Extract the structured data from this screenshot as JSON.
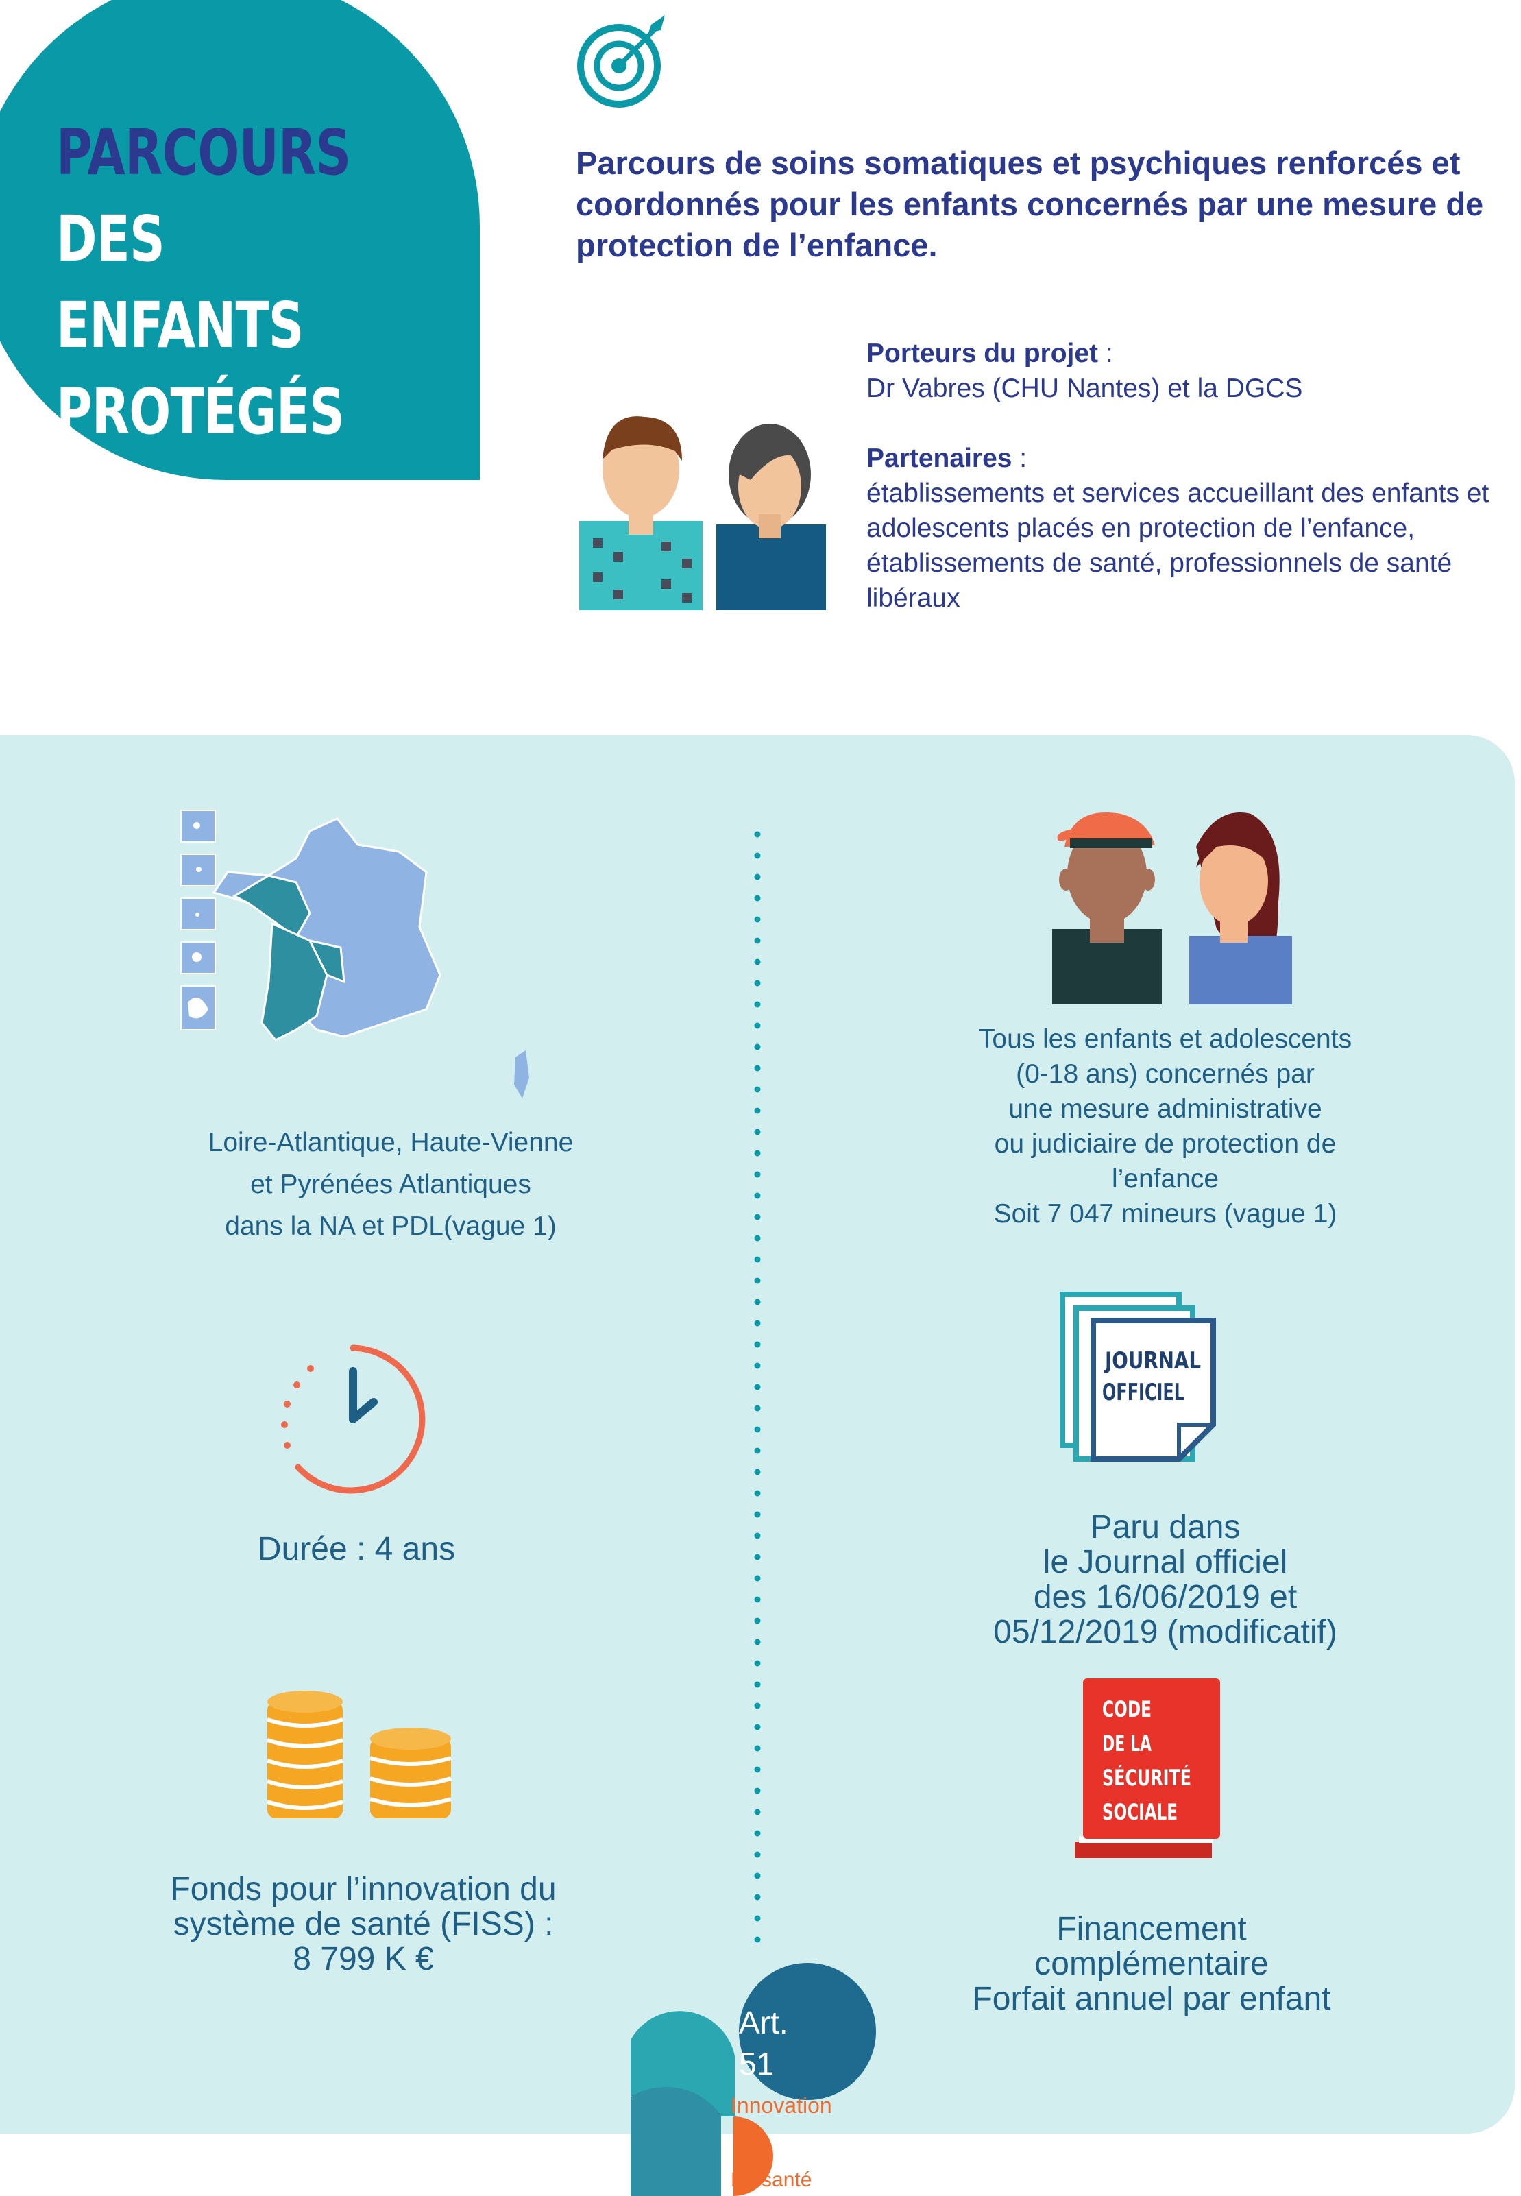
{
  "header": {
    "title_line1": "PARCOURS",
    "title_line2": "DES ENFANTS",
    "title_line3": "PROTÉGÉS",
    "intro": "Parcours de soins somatiques et psychiques renforcés et coordonnés pour les enfants concernés par une mesure de protection de l’enfance."
  },
  "porteurs": {
    "label": "Porteurs du projet",
    "sep": " :",
    "text": "Dr Vabres (CHU Nantes) et la DGCS"
  },
  "partenaires": {
    "label": "Partenaires",
    "sep": " :",
    "text": "établissements et services accueillant des enfants et adolescents placés en protection de l’enfance, établissements de santé, professionnels de santé libéraux"
  },
  "panel": {
    "location_line1": "Loire-Atlantique, Haute-Vienne",
    "location_line2": "et Pyrénées Atlantiques",
    "location_line3": "dans la NA et PDL(vague 1)",
    "kids_line1": "Tous les enfants et adolescents",
    "kids_line2": "(0-18 ans) concernés par",
    "kids_line3": "une mesure administrative",
    "kids_line4": "ou judiciaire de protection de",
    "kids_line5": "l’enfance",
    "kids_line6": "Soit  7 047 mineurs (vague 1)",
    "duree": "Durée : 4 ans",
    "jo_line1": "Paru dans",
    "jo_line2": "le Journal officiel",
    "jo_line3": "des 16/06/2019 et",
    "jo_line4": "05/12/2019 (modificatif)",
    "fiss_line1": "Fonds pour l’innovation du",
    "fiss_line2": "système de santé (FISS) :",
    "fiss_line3": "8 799 K €",
    "fin_line1": "Financement",
    "fin_line2": "complémentaire",
    "fin_line3": "Forfait annuel par enfant"
  },
  "journal_label_1": "JOURNAL",
  "journal_label_2": "OFFICIEL",
  "code_label": [
    "CODE",
    "DE LA",
    "SÉCURITÉ",
    "SOCIALE"
  ],
  "logo": {
    "art": "Art.",
    "num": "51",
    "innovation": "Innovation",
    "sante": "En santé"
  },
  "colors": {
    "teal": "#0a9aa7",
    "navy": "#2b3a8f",
    "panel": "#d2eeef",
    "text_blue": "#1f5f86",
    "orange": "#f06b2b",
    "red": "#e8332a",
    "coin": "#f5a623"
  },
  "icons": [
    "target-icon",
    "people-icon",
    "france-map",
    "kids-icon",
    "clock-icon",
    "journal-officiel-icon",
    "coins-icon",
    "code-securite-sociale-icon",
    "art51-logo"
  ]
}
